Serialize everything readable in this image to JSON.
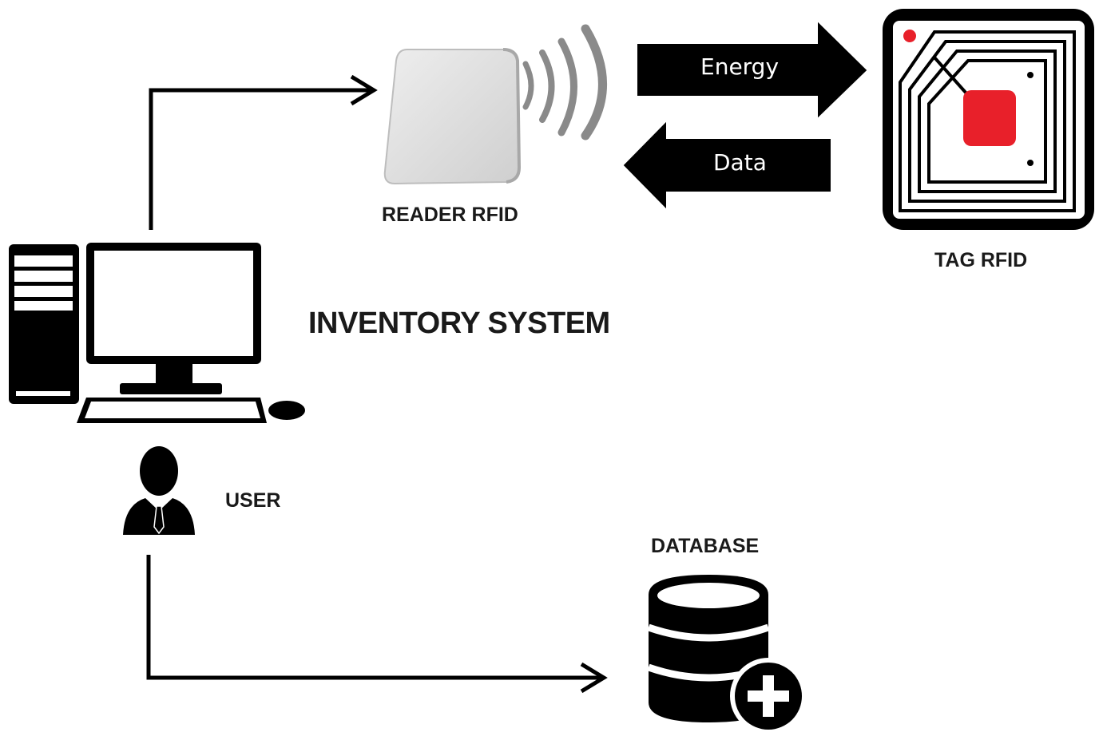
{
  "diagram": {
    "labels": {
      "reader": "READER RFID",
      "tag": "TAG RFID",
      "system": "INVENTORY SYSTEM",
      "user": "USER",
      "database": "DATABASE"
    },
    "flows": {
      "energy": "Energy",
      "data": "Data"
    },
    "icons": [
      "computer-icon",
      "rfid-reader-icon",
      "radio-waves-icon",
      "rfid-tag-icon",
      "user-icon",
      "database-icon",
      "add-icon"
    ],
    "colors": {
      "ink": "#000000",
      "tag_chip": "#e8202a",
      "reader_body": "#dcdcdc"
    }
  }
}
